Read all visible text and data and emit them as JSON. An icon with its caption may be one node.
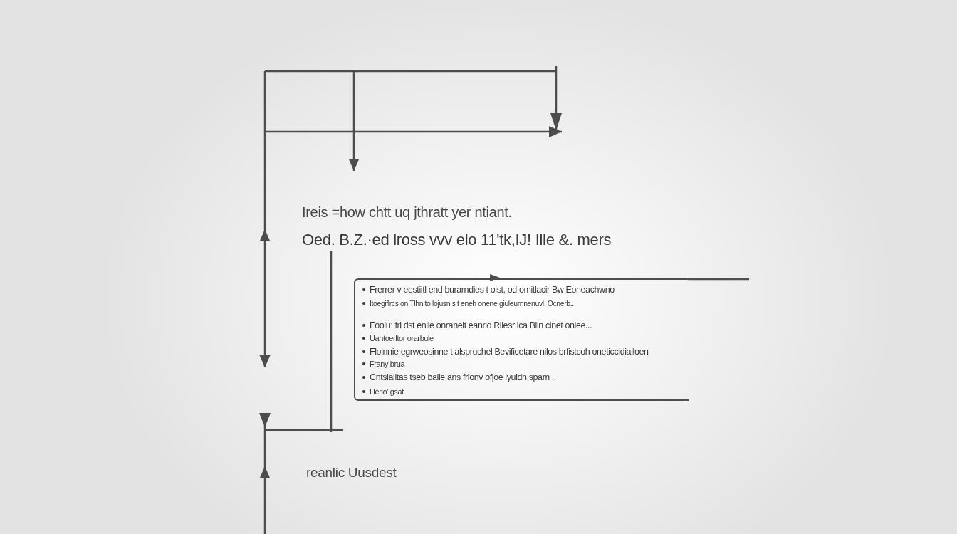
{
  "diagram": {
    "nodes": [
      {
        "text": [
          "Frerrer v eestiitl end burarndies t oist, od omitlacir Bw Eoneachwno",
          "Itoegiflrcs on Tlhn to lojusn s t eneh onene giuleurnnenuvl. Ocnerb..",
          "Foolu: fri dst enlie onranelt eanrio Rilesr ica Biln cinet oniee...",
          "Uantoerltor orarbule",
          "Flolnnie egrweosinne t alspruchel Bevificetare nilos brfistcoh oneticcidialloen",
          "Frany brua",
          "Cntsialitas tseb baile ans frionv ofjoe iyuidn spam ..",
          "Herio' gsat"
        ]
      }
    ],
    "labels": [
      "Ireis =how chtt uq jthratt yer ntiant.",
      "Oed. B.Z.·ed lross vvv elo 11'tk,IJ! Ille &. mers",
      "reanlic Uusdest"
    ]
  }
}
